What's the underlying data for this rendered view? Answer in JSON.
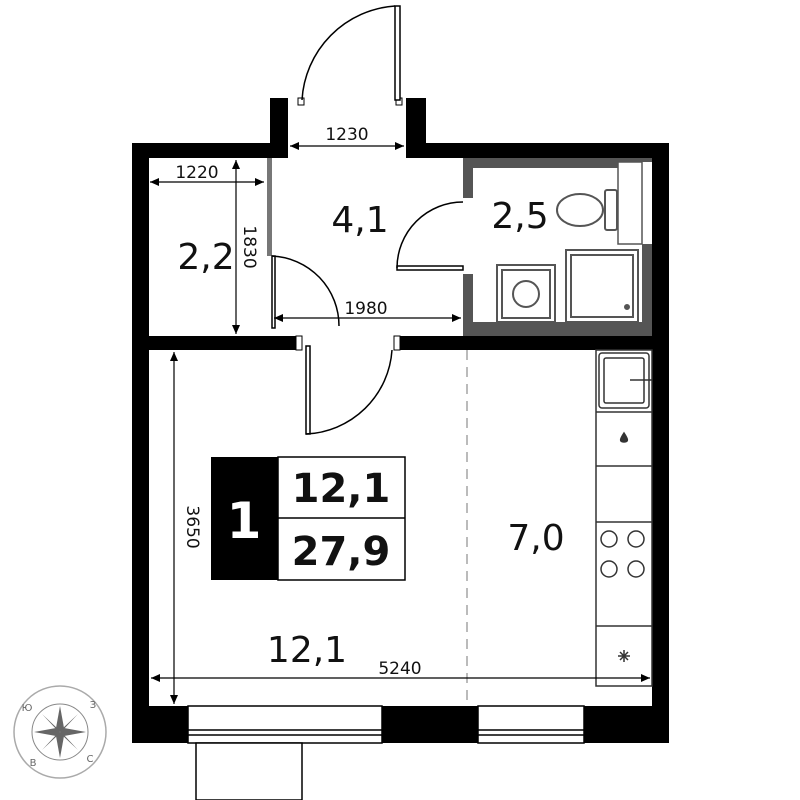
{
  "rooms": {
    "wardrobe": "2,2",
    "hall": "4,1",
    "bathroom": "2,5",
    "living": "12,1",
    "kitchen": "7,0"
  },
  "dimensions": {
    "entrance_width": "1230",
    "wardrobe_width": "1220",
    "wardrobe_depth": "1830",
    "hall_width": "1980",
    "room_depth": "3650",
    "room_width": "5240"
  },
  "summary": {
    "rooms_count": "1",
    "living_area": "12,1",
    "total_area": "27,9"
  },
  "compass": {
    "south": "Ю",
    "west": "З",
    "east": "В",
    "north": "С"
  },
  "colors": {
    "wall": "#000000",
    "bathroom_wall": "#555555",
    "fixture": "#555555"
  }
}
